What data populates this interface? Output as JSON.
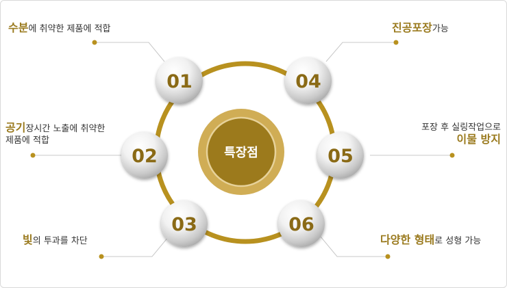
{
  "center": {
    "label": "특장점"
  },
  "nodes": [
    {
      "num": "01",
      "highlight": "수분",
      "text": "에 취약한 제품에 적합"
    },
    {
      "num": "02",
      "highlight": "공기",
      "text": "장시간 노출에 취약한",
      "text2": "제품에 적합"
    },
    {
      "num": "03",
      "highlight": "빛",
      "text": "의 투과를 차단"
    },
    {
      "num": "04",
      "highlight": "진공포장",
      "text": "가능"
    },
    {
      "num": "05",
      "pre": "포장 후 실링작업으로",
      "highlight": "이물 방지"
    },
    {
      "num": "06",
      "highlight": "다양한 형태",
      "text": "로 성형 가능"
    }
  ],
  "colors": {
    "gold": "#b8911f",
    "gold_dark": "#9a7a1e",
    "center_fill": "#9c7a1c",
    "center_ring": "#d0ad55",
    "line": "#c8c8c8"
  }
}
